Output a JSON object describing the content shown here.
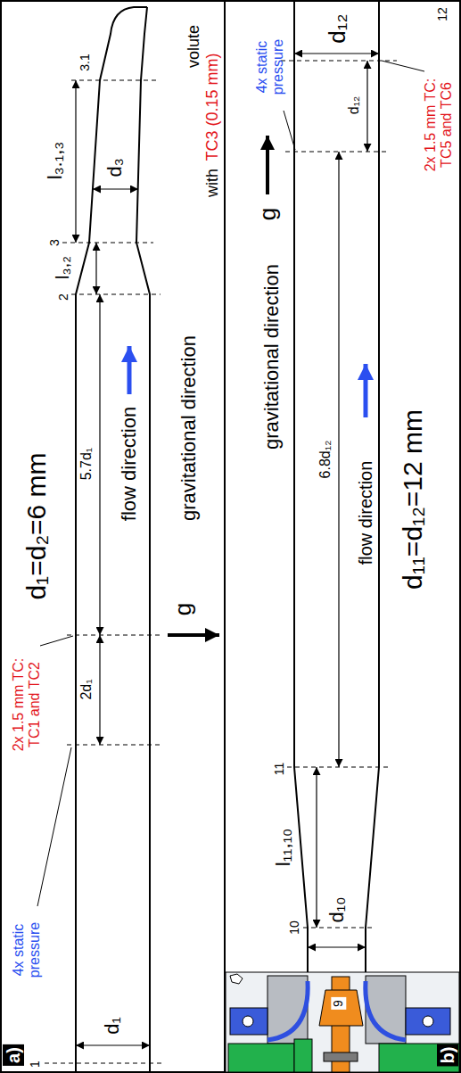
{
  "diagram": {
    "labels": [
      "a)",
      "1",
      "d₁",
      "4x static pressure",
      "2x 1.5 mm TC: TC1 and TC2",
      "2d₁",
      "5.7d₁",
      "flow direction",
      "d₁=d₂=6 mm",
      "gravitational direction",
      "g",
      "2",
      "l₃,₂",
      "3",
      "d₃",
      "l₃.₁,₃",
      "3.1",
      "volute",
      "with",
      "TC3 (0.15 mm)",
      "b)",
      "9",
      "10",
      "d₁₀",
      "l₁₁,₁₀",
      "11",
      "6.8d₁₂",
      "flow direction",
      "gravitational direction",
      "g",
      "4x static pressure",
      "d₁₂",
      "2x 1.5 mm TC: TC5 and TC6",
      "d₁₂",
      "12",
      "d₁₁=d₁₂=12 mm"
    ]
  }
}
